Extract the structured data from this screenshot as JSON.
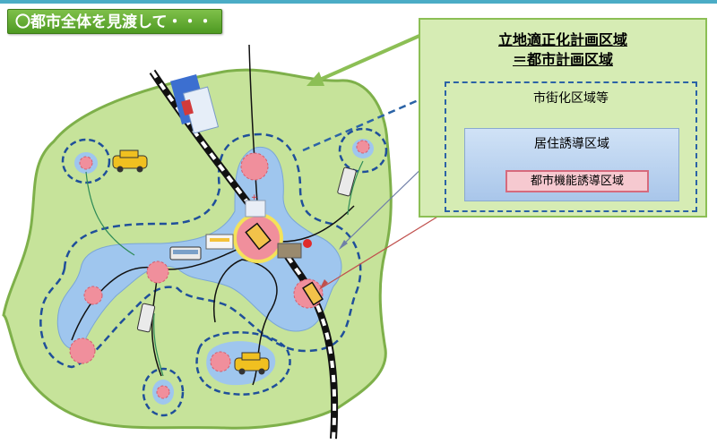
{
  "header": {
    "title": "〇都市全体を見渡して・・・"
  },
  "legend": {
    "title_line1": "立地適正化計画区域",
    "title_line2": "＝都市計画区域",
    "urbanization_area": "市街化区域等",
    "residential_area": "居住誘導区域",
    "urban_function_area": "都市機能誘導区域"
  },
  "colors": {
    "city_fill": "#c6e39a",
    "city_stroke": "#7eb04a",
    "residential_fill": "#9fc6ee",
    "center_fill": "#f08f9c",
    "dashed_line": "#1f4f9a",
    "rail": "#111111",
    "accent_title": "#5aa832"
  }
}
